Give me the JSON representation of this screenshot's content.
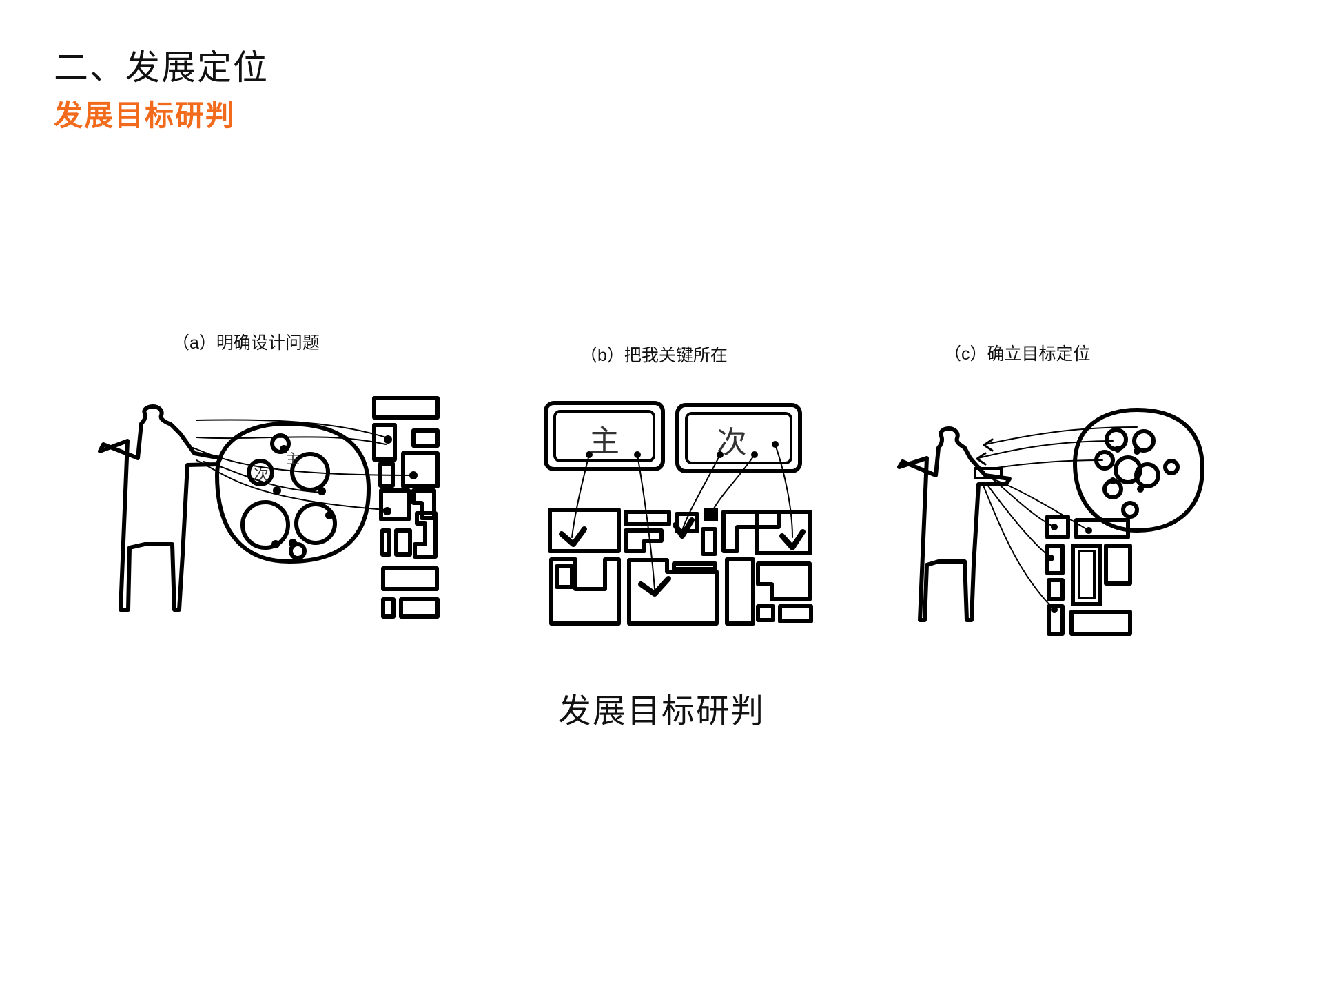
{
  "header": {
    "section_title": "二、发展定位",
    "subtitle": "发展目标研判",
    "accent_color": "#f26a1b"
  },
  "panels": [
    {
      "id": "a",
      "caption": "（a）明确设计问题",
      "labels": {
        "primary": "主",
        "secondary": "次"
      }
    },
    {
      "id": "b",
      "caption": "（b）把我关键所在",
      "labels": {
        "primary": "主",
        "secondary": "次"
      }
    },
    {
      "id": "c",
      "caption": "（c）确立目标定位"
    }
  ],
  "figure_caption": "发展目标研判"
}
